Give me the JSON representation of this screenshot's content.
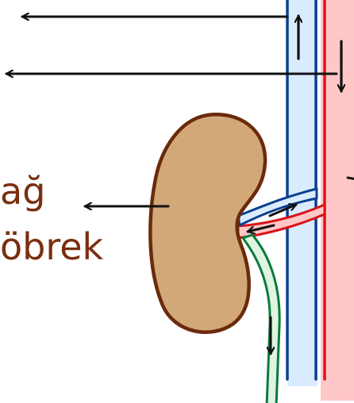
{
  "labels": {
    "left_upper": "ağ",
    "left_lower": "öbrek"
  },
  "colors": {
    "text": "#7a2e0e",
    "kidney_fill": "#d2a878",
    "kidney_outline": "#6b2a0b",
    "vein_fill": "#d9ecff",
    "vein_stroke": "#0b3f8f",
    "artery_fill": "#ffc7c7",
    "artery_stroke": "#d8141b",
    "ureter_fill": "#dff5df",
    "ureter_stroke": "#0a7a3e",
    "arrow": "#111111"
  },
  "icons": {
    "arrow_glyph": "arrow"
  }
}
